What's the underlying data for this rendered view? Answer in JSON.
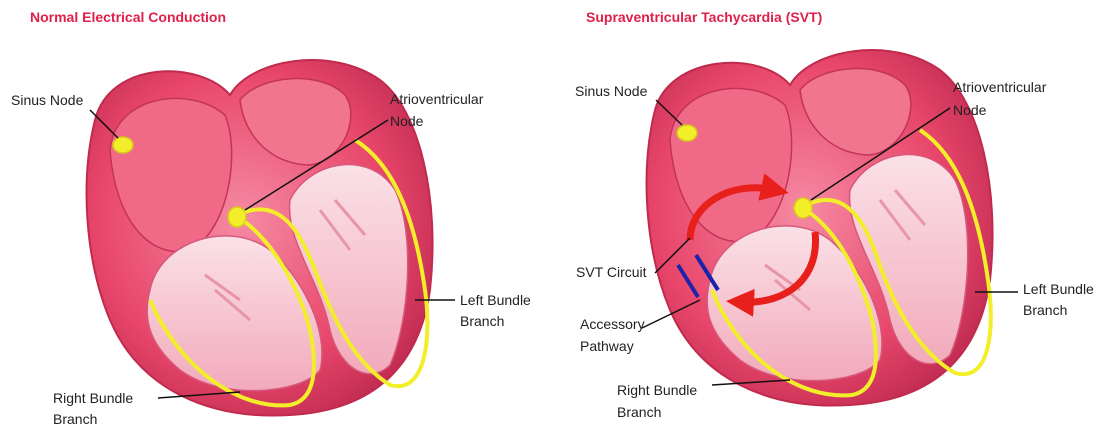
{
  "left_panel": {
    "title": "Normal Electrical Conduction",
    "labels": {
      "sinus_node": "Sinus Node",
      "av_node_line1": "Atrioventricular",
      "av_node_line2": "Node",
      "left_bundle_line1": "Left Bundle",
      "left_bundle_line2": "Branch",
      "right_bundle_line1": "Right Bundle",
      "right_bundle_line2": "Branch"
    }
  },
  "right_panel": {
    "title": "Supraventricular Tachycardia (SVT)",
    "labels": {
      "sinus_node": "Sinus Node",
      "av_node_line1": "Atrioventricular",
      "av_node_line2": "Node",
      "svt_circuit": "SVT Circuit",
      "accessory_line1": "Accessory",
      "accessory_line2": "Pathway",
      "left_bundle_line1": "Left Bundle",
      "left_bundle_line2": "Branch",
      "right_bundle_line1": "Right Bundle",
      "right_bundle_line2": "Branch"
    }
  },
  "colors": {
    "title": "#e0204a",
    "heart_outer": "#e8466a",
    "heart_inner": "#f7c4d0",
    "conduction": "#f2ee2a",
    "svt_arrow": "#e8201c",
    "accessory_pathway": "#1c23a8"
  }
}
